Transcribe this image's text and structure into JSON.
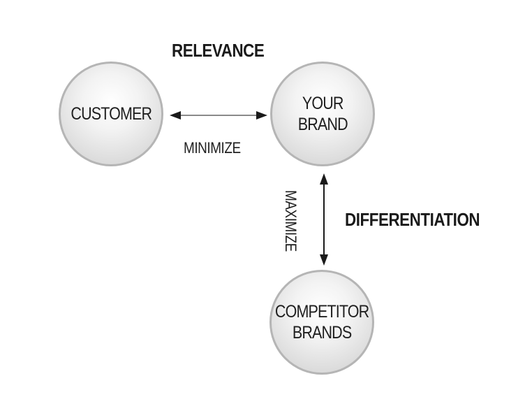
{
  "headings": {
    "relevance": "RELEVANCE",
    "differentiation": "DIFFERENTIATION"
  },
  "nodes": {
    "customer": "CUSTOMER",
    "your_brand": "YOUR\nBRAND",
    "competitor_brands": "COMPETITOR\nBRANDS"
  },
  "edges": {
    "minimize": "MINIMIZE",
    "maximize": "MAXIMIZE"
  },
  "colors": {
    "node_border": "#b5b5b5",
    "line": "#8a8a8a",
    "arrow": "#1a1a1a",
    "text": "#1a1a1a"
  }
}
